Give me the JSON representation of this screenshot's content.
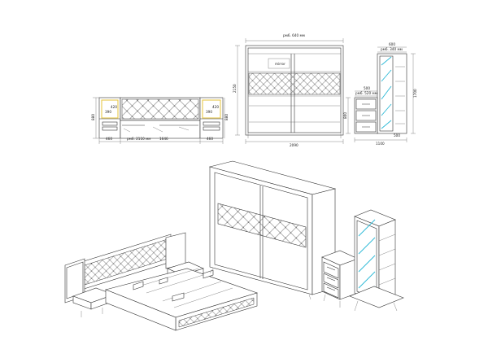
{
  "labels": {
    "bed_front": {
      "inner_width": "рм6. 2110 мм",
      "total_width": "1646",
      "left_table": "460",
      "right_table": "460",
      "height_left": "880",
      "height_right": "880",
      "table_left_height": "390",
      "table_right_height": "390",
      "table_left_height_2": "420",
      "table_right_height_2": "420"
    },
    "wardrobe_front": {
      "top_width": "рм6. 640 мм",
      "height": "2150",
      "bottom_width": "2090",
      "middle_tag": "mirror"
    },
    "side_units": {
      "top_width": "600",
      "inner_width": "рм6. 340 мм",
      "chest_width": "500",
      "chest_inner": "рм6. 520 мм",
      "chest_height": "800",
      "shelf_height": "1700",
      "bottom_width": "1100",
      "chest_bottom_width": "500"
    }
  },
  "colors": {
    "line": "#333333",
    "mirror": "#2bb9d6",
    "led": "#e8c84a"
  }
}
